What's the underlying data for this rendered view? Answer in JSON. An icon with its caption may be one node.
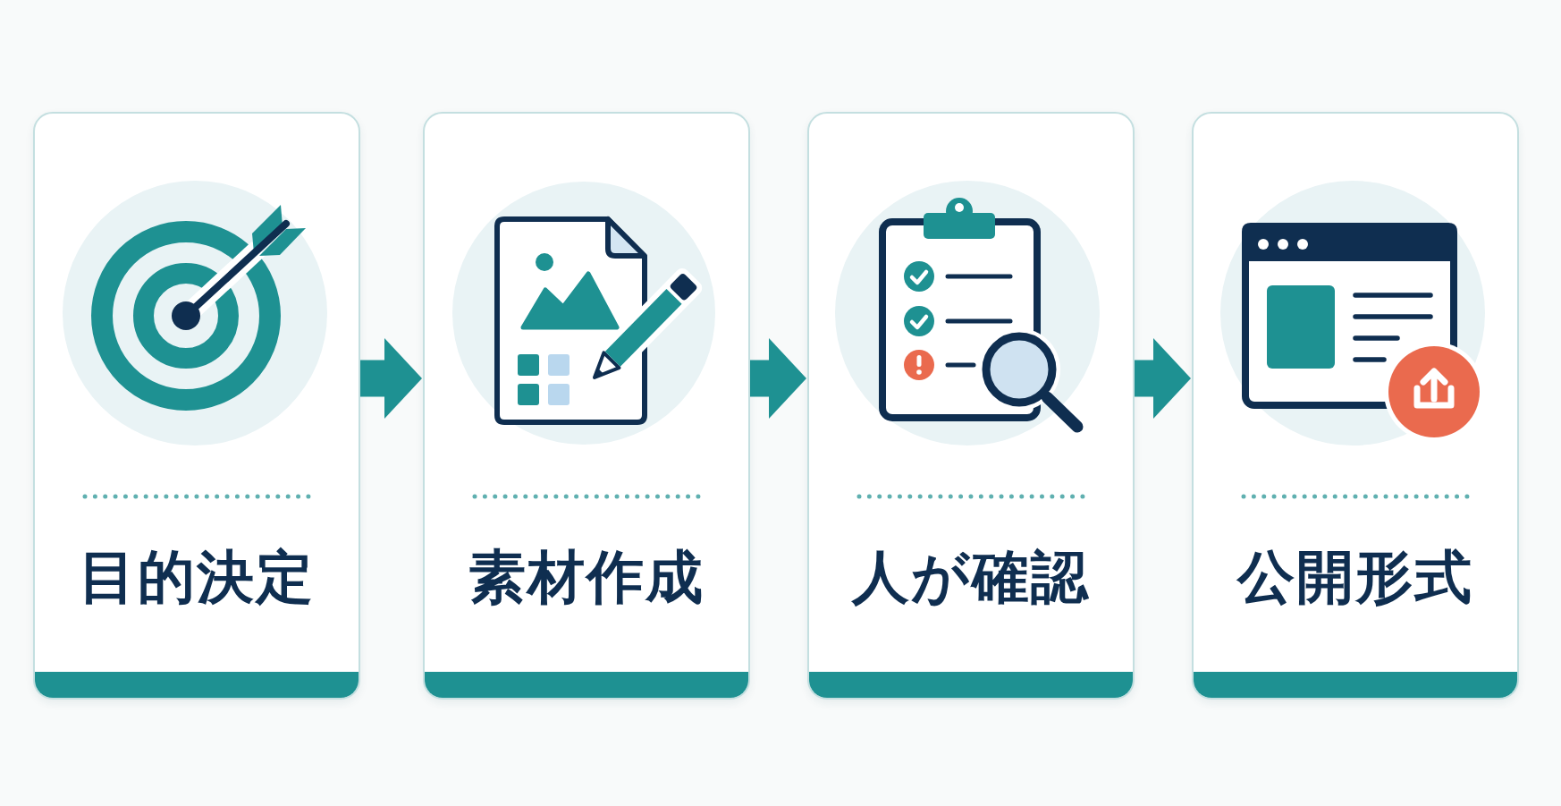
{
  "diagram": {
    "nodes": [
      {
        "text": [
          "目的決定"
        ]
      },
      {
        "text": [
          "素材作成"
        ]
      },
      {
        "text": [
          "人が確認"
        ]
      },
      {
        "text": [
          "公開形式"
        ]
      }
    ],
    "edges": [
      {
        "from": 0,
        "to": 1,
        "arrow": "to"
      },
      {
        "from": 1,
        "to": 2,
        "arrow": "to"
      },
      {
        "from": 2,
        "to": 3,
        "arrow": "to"
      }
    ]
  }
}
